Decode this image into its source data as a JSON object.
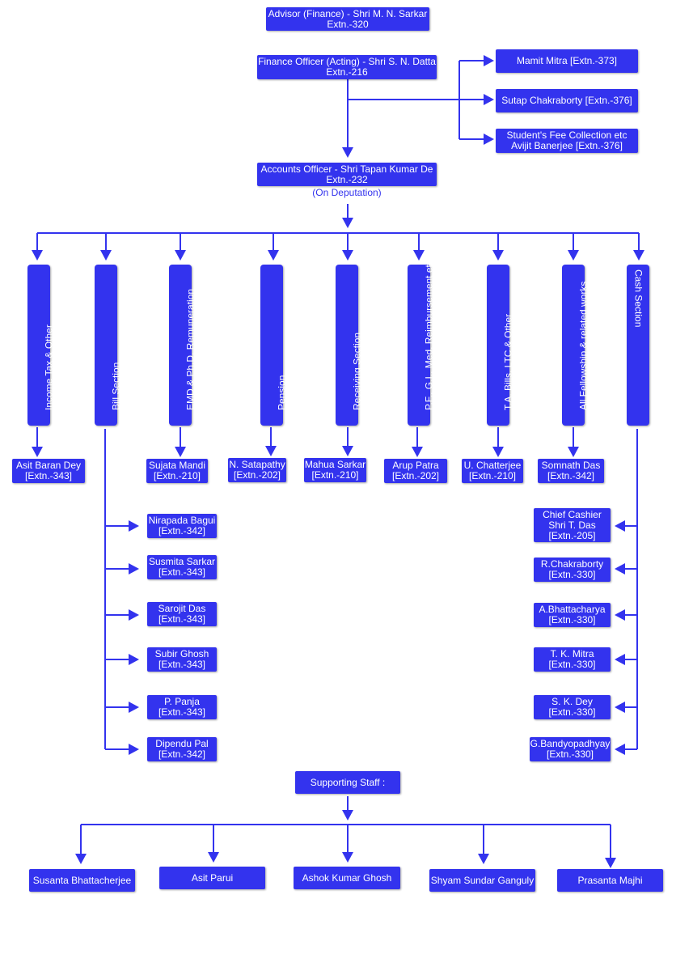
{
  "top": {
    "advisor": [
      "Advisor (Finance) - Shri M. N. Sarkar",
      "Extn.-320"
    ],
    "finance_officer": [
      "Finance Officer (Acting) - Shri S. N. Datta",
      "Extn.-216"
    ],
    "accounts_officer": [
      "Accounts Officer - Shri Tapan Kumar De",
      "Extn.-232"
    ],
    "accounts_officer_note": "(On Deputation)"
  },
  "finance_officer_staff": [
    [
      "Mamit Mitra [Extn.-373]"
    ],
    [
      "Sutap Chakraborty [Extn.-376]"
    ],
    [
      "Student's Fee Collection etc",
      "Avijit Banerjee [Extn.-376]"
    ]
  ],
  "sections": [
    "Income Tax & Other",
    "Bill Section",
    "EMD & Ph.D. Remuneration",
    "Pension",
    "Receiving Section",
    "P.F., G.I., Med. Reimbursement etc",
    "T.A. Bills, LTC & Other",
    "All Fellowship & related works",
    "Cash Section"
  ],
  "section_heads": [
    [
      "Asit Baran Dey",
      "[Extn.-343]"
    ],
    [
      "Sujata Mandi",
      "[Extn.-210]"
    ],
    [
      "N. Satapathy",
      "[Extn.-202]"
    ],
    [
      "Mahua Sarkar",
      "[Extn.-210]"
    ],
    [
      "Arup Patra",
      "[Extn.-202]"
    ],
    [
      "U. Chatterjee",
      "[Extn.-210]"
    ],
    [
      "Somnath Das",
      "[Extn.-342]"
    ]
  ],
  "bill_section_staff": [
    [
      "Nirapada Bagui",
      "[Extn.-342]"
    ],
    [
      "Susmita Sarkar",
      "[Extn.-343]"
    ],
    [
      "Sarojit Das",
      "[Extn.-343]"
    ],
    [
      "Subir Ghosh",
      "[Extn.-343]"
    ],
    [
      "P. Panja",
      "[Extn.-343]"
    ],
    [
      "Dipendu Pal",
      "[Extn.-342]"
    ]
  ],
  "cash_section_staff": [
    [
      "Chief Cashier",
      "Shri T. Das",
      "[Extn.-205]"
    ],
    [
      "R.Chakraborty",
      "[Extn.-330]"
    ],
    [
      "A.Bhattacharya",
      "[Extn.-330]"
    ],
    [
      "T. K. Mitra",
      "[Extn.-330]"
    ],
    [
      "S. K. Dey",
      "[Extn.-330]"
    ],
    [
      "G.Bandyopadhyay",
      "[Extn.-330]"
    ]
  ],
  "supporting_staff": {
    "label": "Supporting Staff :",
    "members": [
      "Susanta Bhattacherjee",
      "Asit Parui",
      "Ashok Kumar Ghosh",
      "Shyam Sundar Ganguly",
      "Prasanta Majhi"
    ]
  },
  "colors": {
    "box": "#3333ee",
    "line": "#3333ee",
    "text": "#ffffff",
    "background": "#ffffff"
  }
}
